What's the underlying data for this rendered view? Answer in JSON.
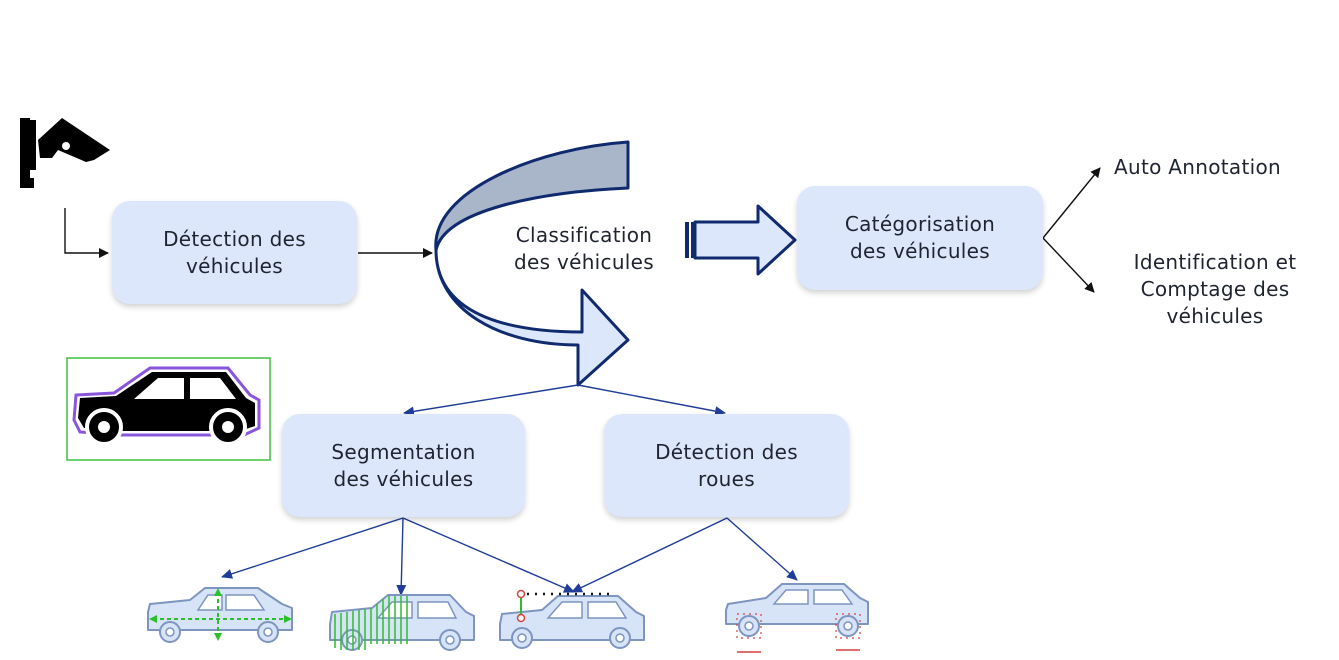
{
  "nodes": {
    "detection_vehicules": "Détection des\nvéhicules",
    "classification": "Classification\ndes véhicules",
    "categorisation": "Catégorisation\ndes véhicules",
    "segmentation": "Segmentation\ndes véhicules",
    "detection_roues": "Détection des\nroues"
  },
  "outputs": {
    "auto_annotation": "Auto Annotation",
    "identification": "Identification et\nComptage des\nvéhicules"
  },
  "icons": {
    "camera": "security-camera-icon",
    "car_thumbnail": "segmented-car-icon",
    "result_cars": [
      "car-dimension-icon",
      "car-slice-icon",
      "car-height-icon",
      "car-wheel-icon"
    ]
  },
  "colors": {
    "box_fill": "#dde7fb",
    "arrow_blue": "#1f3d99",
    "outline_navy": "#0f2a6e",
    "curved_top_fill": "#a9b5c9",
    "curved_bottom_fill": "#dce7fb",
    "car_fill": "#d7e3f7",
    "car_stroke": "#7e95c0",
    "green": "#2bbf2b",
    "red": "#d94040"
  }
}
